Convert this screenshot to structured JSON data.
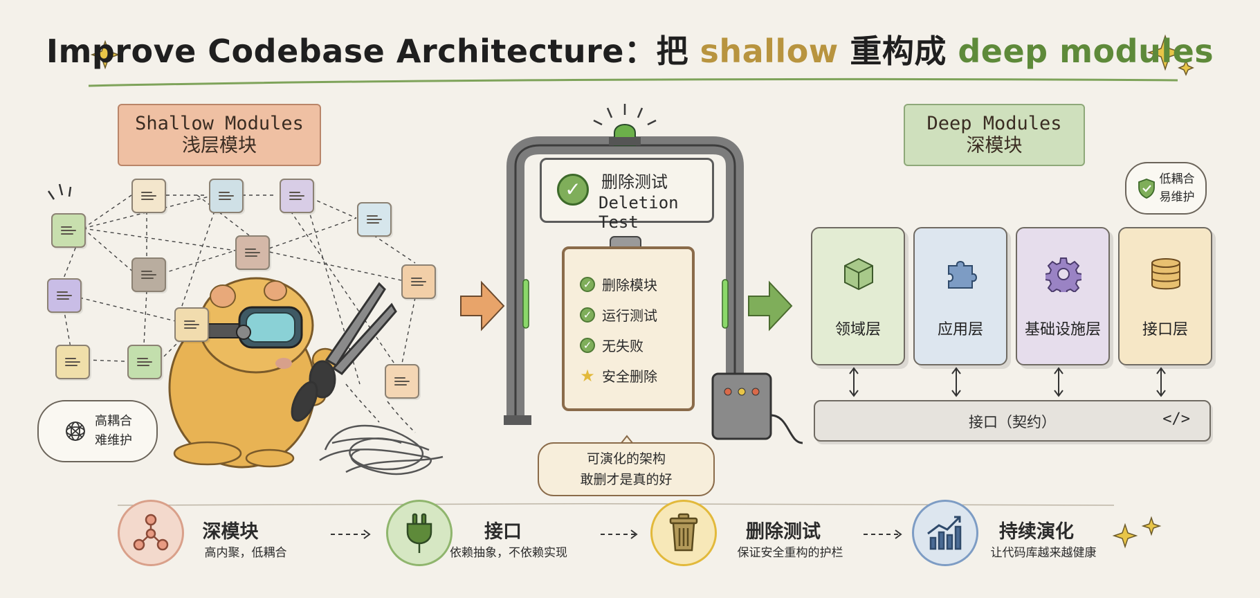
{
  "title": {
    "part1": "Improve Codebase Architecture：把",
    "part2": "shallow",
    "part3": "重构成",
    "part4": "deep modules"
  },
  "shallow_banner": {
    "en": "Shallow Modules",
    "zh": "浅层模块"
  },
  "deep_banner": {
    "en": "Deep Modules",
    "zh": "深模块"
  },
  "shallow_note": {
    "line1": "高耦合",
    "line2": "难维护"
  },
  "deep_note": {
    "line1": "低耦合",
    "line2": "易维护"
  },
  "gate": {
    "title_zh": "删除测试",
    "title_en": "Deletion Test",
    "checklist": [
      "删除模块",
      "运行测试",
      "无失败",
      "安全删除"
    ],
    "caption_line1": "可演化的架构",
    "caption_line2": "敢删才是真的好"
  },
  "layers": [
    "领域层",
    "应用层",
    "基础设施层",
    "接口层"
  ],
  "contract": {
    "label": "接口（契约）",
    "code": "</>"
  },
  "steps": [
    {
      "title": "深模块",
      "sub": "高内聚，低耦合"
    },
    {
      "title": "接口",
      "sub": "依赖抽象，不依赖实现"
    },
    {
      "title": "删除测试",
      "sub": "保证安全重构的护栏"
    },
    {
      "title": "持续演化",
      "sub": "让代码库越来越健康"
    }
  ],
  "icons": [
    "sparkle-icon",
    "check-icon",
    "star-icon",
    "shield-icon",
    "cube-icon",
    "puzzle-icon",
    "gear-icon",
    "database-icon",
    "network-icon",
    "plug-icon",
    "trash-icon",
    "growth-chart-icon",
    "arrow-right-icon",
    "scissors-icon",
    "hamster-mascot"
  ],
  "colors": {
    "shallow": "#b8943f",
    "deep": "#5e8a3a",
    "shallow_ribbon": "#efc0a3",
    "deep_ribbon": "#cfe0bd",
    "domain": "#e3ecd3",
    "application": "#dde6ef",
    "infrastructure": "#e6ddec",
    "interface": "#f6e7c6"
  }
}
